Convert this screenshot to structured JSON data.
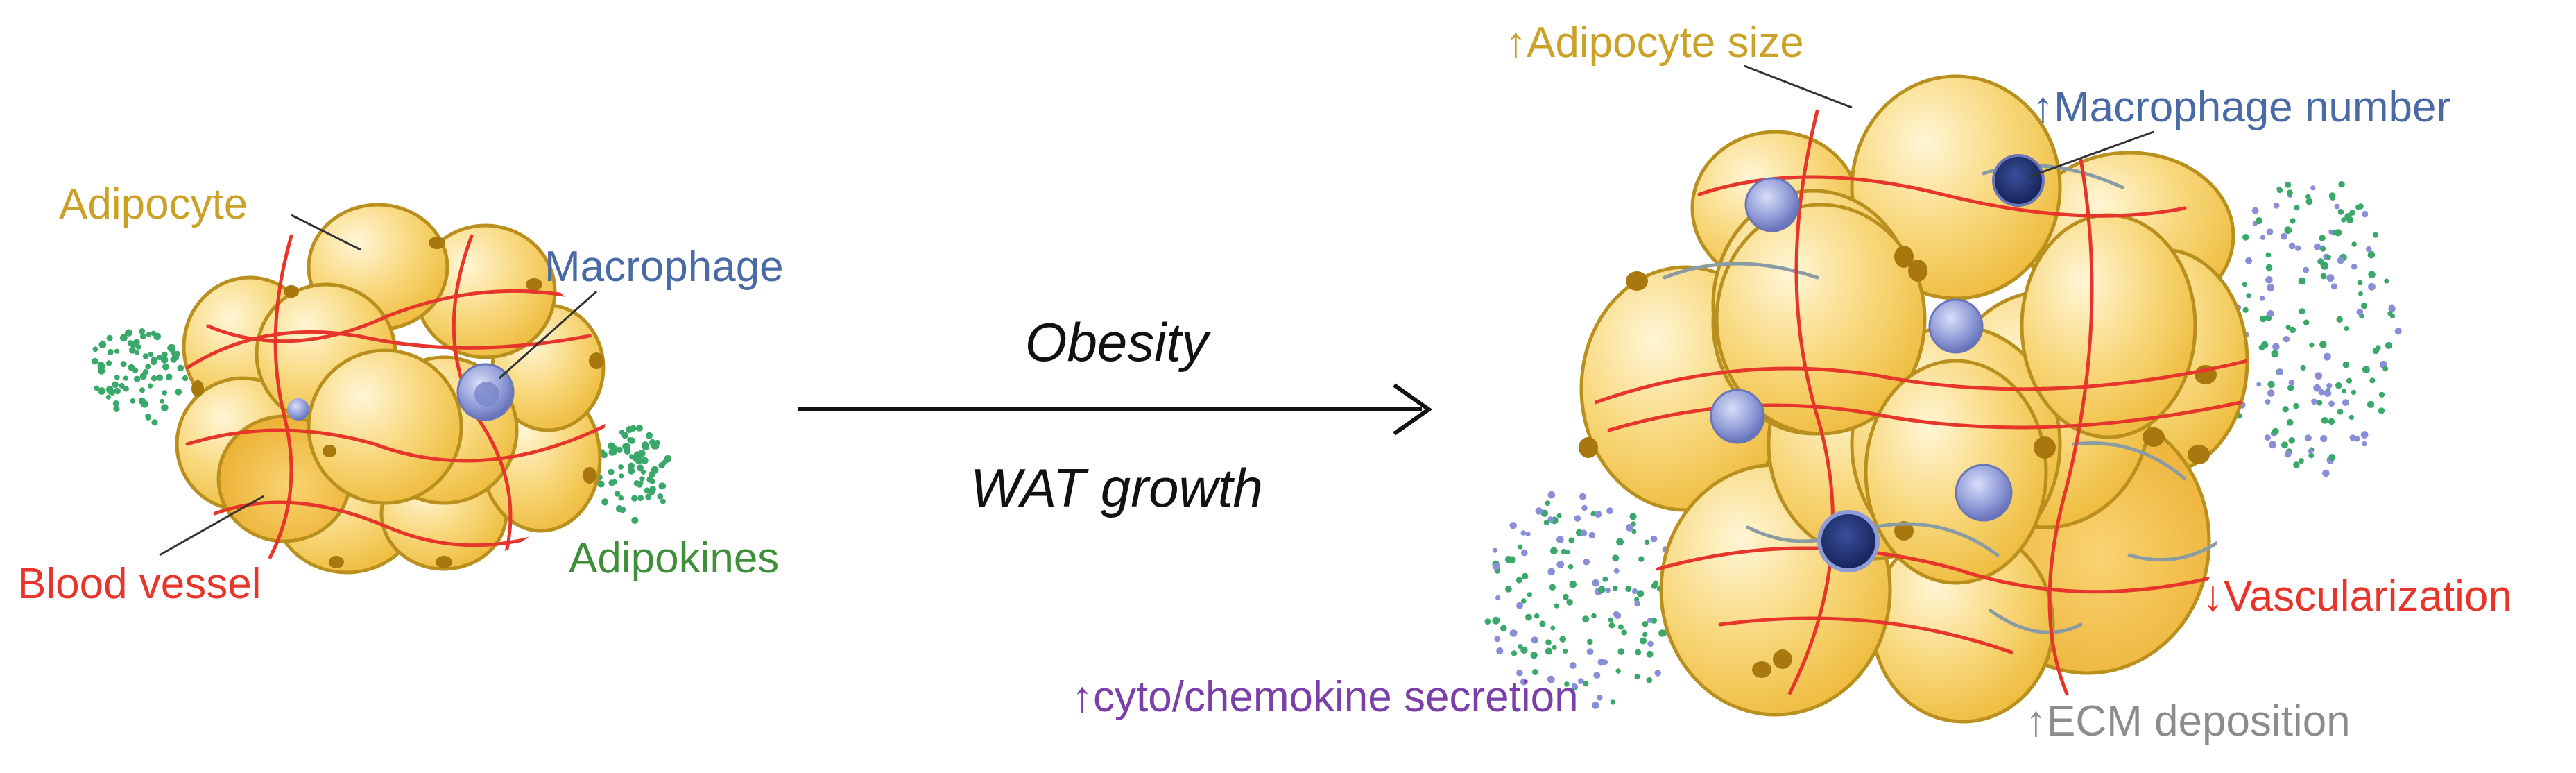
{
  "left_cluster": {
    "labels": {
      "adipocyte": "Adipocyte",
      "macrophage": "Macrophage",
      "blood_vessel": "Blood vessel",
      "adipokines": "Adipokines"
    }
  },
  "arrow": {
    "top_label": "Obesity",
    "bottom_label": "WAT growth"
  },
  "right_cluster": {
    "labels": {
      "adipocyte_size": "↑Adipocyte size",
      "macrophage_number": "↑Macrophage number",
      "vascularization": "↓Vascularization",
      "ecm_deposition": "↑ECM deposition",
      "cytokine_secretion": "↑cyto/chemokine secretion"
    }
  },
  "colors": {
    "adipocyte_label": "#c9a227",
    "macrophage_label": "#4a6aa5",
    "vessel": "#e6352b",
    "adipokine": "#3aa86b",
    "adipokine_label": "#3f8f3a",
    "ecm": "#8a9ba3",
    "ecm_label": "#8c8c8c",
    "cytokine_label": "#7a3fa8",
    "cell_fill": "#f6cf6a",
    "cell_stroke": "#b98f1d",
    "nucleus": "#a8780f",
    "macrophage_fill": "#8f9bd6",
    "purple_dot": "#8a8ed8"
  },
  "icons": {
    "adipocyte": "adipocyte-cell-icon",
    "macrophage": "macrophage-icon",
    "vessel": "blood-vessel-icon",
    "adipokine": "adipokine-dot-icon",
    "arrow": "right-arrow-icon"
  }
}
